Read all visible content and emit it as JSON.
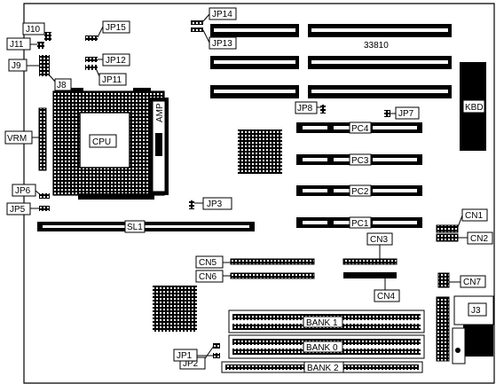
{
  "board_number": "33810",
  "labels": {
    "jp14": "JP14",
    "jp13": "JP13",
    "jp15": "JP15",
    "jp12": "JP12",
    "jp11": "JP11",
    "j10": "J10",
    "j11": "J11",
    "j9": "J9",
    "j8": "J8",
    "jp8": "JP8",
    "jp7": "JP7",
    "kbd": "KBD",
    "vrm": "VRM",
    "cpu": "CPU",
    "amp": "AMP",
    "pc4": "PC4",
    "pc3": "PC3",
    "pc2": "PC2",
    "pc1": "PC1",
    "jp6": "JP6",
    "jp5": "JP5",
    "jp3": "JP3",
    "sl1": "SL1",
    "cn1": "CN1",
    "cn2": "CN2",
    "cn3": "CN3",
    "cn4": "CN4",
    "cn5": "CN5",
    "cn6": "CN6",
    "cn7": "CN7",
    "j3": "J3",
    "bank1": "BANK 1",
    "bank0": "BANK 0",
    "bank2": "BANK 2",
    "jp2": "JP2",
    "jp1": "JP1"
  }
}
